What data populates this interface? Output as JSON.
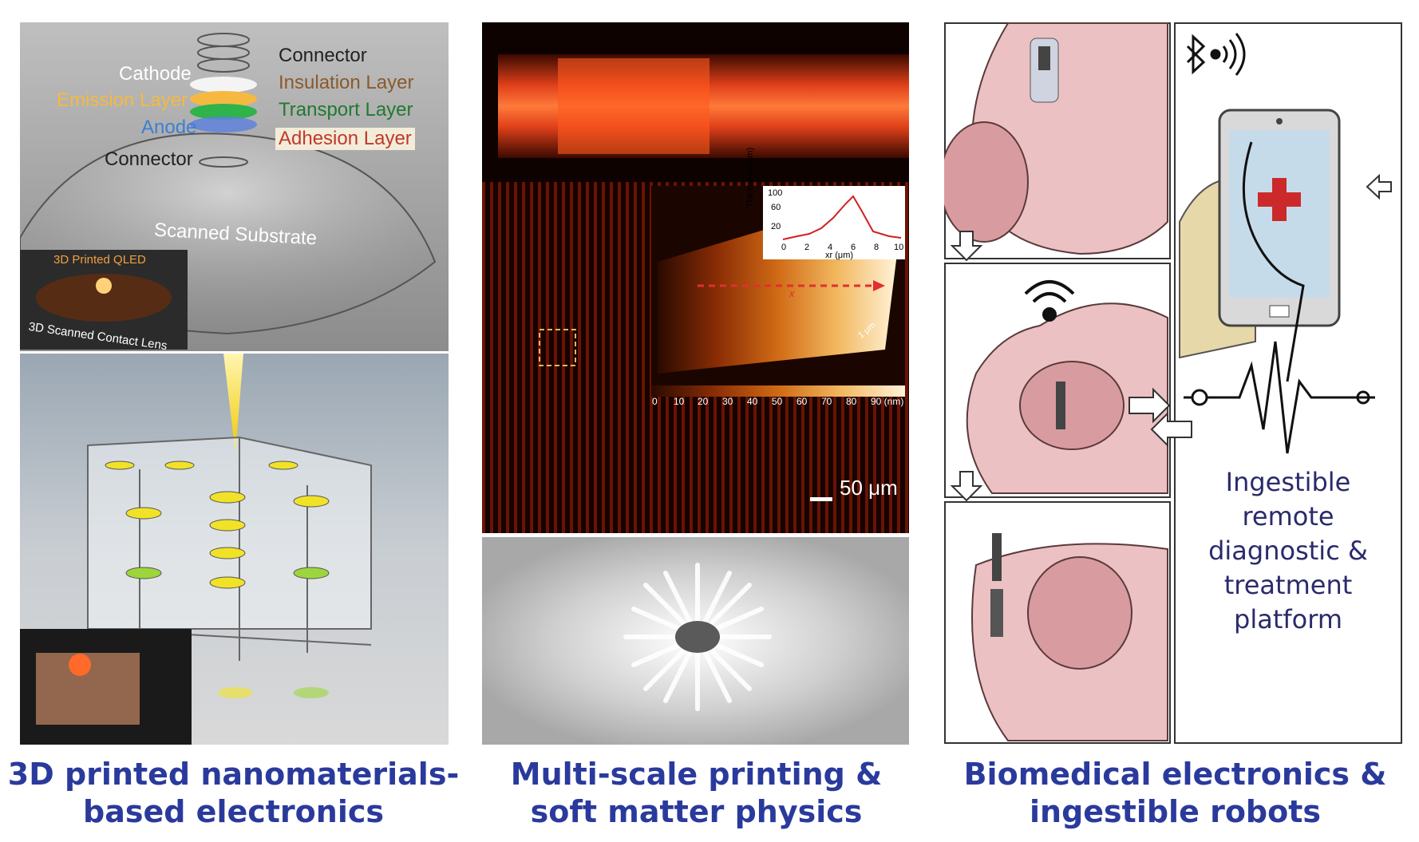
{
  "panel1": {
    "labels": {
      "connector_top": "Connector",
      "cathode": "Cathode",
      "insulation": "Insulation Layer",
      "emission": "Emission Layer",
      "transport": "Transport Layer",
      "anode": "Anode",
      "adhesion": "Adhesion Layer",
      "connector_bottom": "Connector",
      "substrate": "Scanned Substrate",
      "inset_title": "3D Printed QLED",
      "inset_caption": "3D Scanned Contact Lens"
    },
    "colors": {
      "cathode": "#ffffff",
      "insulation": "#8b5a2b",
      "emission": "#f5b942",
      "transport": "#1f7a2e",
      "anode": "#3b7fd6",
      "adhesion": "#c0392b",
      "adhesion_bg": "#f3ecd9"
    }
  },
  "panel2": {
    "scale_bar": "50 μm",
    "inset_scale": "1 μm",
    "colorbar_ticks": [
      "0",
      "10",
      "20",
      "30",
      "40",
      "50",
      "60",
      "70",
      "80",
      "90 (nm)"
    ],
    "plot": {
      "ylabel": "Thickness (nm)",
      "xlabel": "xr (μm)",
      "yticks": [
        "100",
        "60",
        "20"
      ],
      "xticks": [
        "0",
        "2",
        "4",
        "6",
        "8",
        "10"
      ]
    },
    "arrow_label": "x"
  },
  "panel3": {
    "platform_text": [
      "Ingestible",
      "remote",
      "diagnostic &",
      "treatment",
      "platform"
    ],
    "colors": {
      "text": "#2a2a6c",
      "cross": "#cc2a2a",
      "tissue": "#e8b5b8"
    }
  },
  "captions": {
    "left": [
      "3D printed nanomaterials-",
      "based electronics"
    ],
    "middle": [
      "Multi-scale printing &",
      "soft matter physics"
    ],
    "right": [
      "Biomedical electronics &",
      "ingestible robots"
    ]
  }
}
